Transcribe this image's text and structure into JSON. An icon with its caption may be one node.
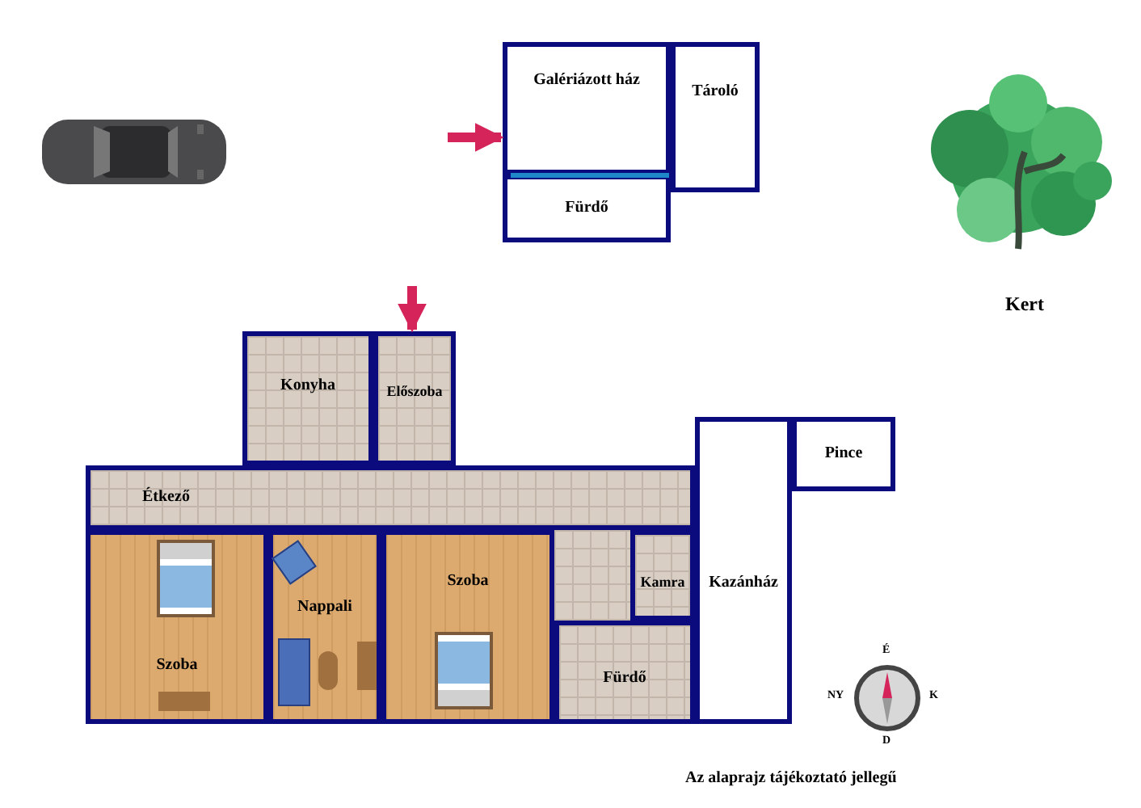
{
  "diagram": {
    "caption": "Az alaprajz tájékoztató jellegű",
    "nodes": [
      {
        "text": [
          "Galériázott ház"
        ]
      },
      {
        "text": [
          "Fürdő"
        ]
      },
      {
        "text": [
          "Tároló"
        ]
      },
      {
        "text": [
          "Konyha"
        ]
      },
      {
        "text": [
          "Előszoba"
        ]
      },
      {
        "text": [
          "Étkező"
        ]
      },
      {
        "text": [
          "Szoba"
        ]
      },
      {
        "text": [
          "Nappali"
        ]
      },
      {
        "text": [
          "Szoba"
        ]
      },
      {
        "text": [
          "Kamra"
        ]
      },
      {
        "text": [
          "Fürdő"
        ]
      },
      {
        "text": [
          "Kazánház"
        ]
      },
      {
        "text": [
          "Pince"
        ]
      }
    ],
    "edges": [
      {
        "from": null,
        "to": 0,
        "arrow": "to",
        "color": "#d4245a"
      },
      {
        "from": null,
        "to": 4,
        "arrow": "to",
        "color": "#d4245a"
      }
    ],
    "labels": [
      "Kert",
      "É",
      "NY",
      "K",
      "D"
    ]
  }
}
